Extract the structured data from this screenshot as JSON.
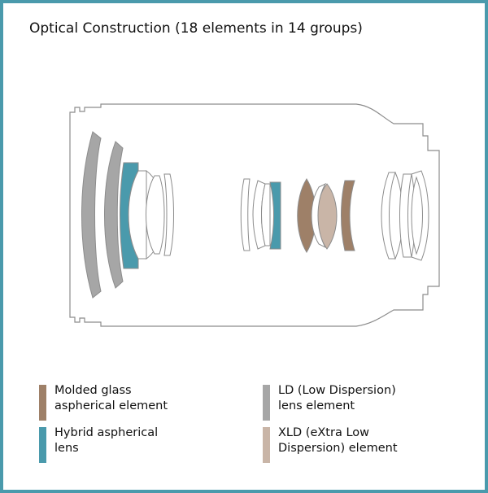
{
  "title": "Optical Construction (18 elements in 14 groups)",
  "colors": {
    "border": "#4a9aac",
    "outline": "#8c8c8c",
    "molded": "#9e8068",
    "hybrid": "#4a9aac",
    "ld": "#a6a6a6",
    "xld": "#c9b5a7"
  },
  "legend": [
    {
      "label": "Molded glass\naspherical element",
      "color": "#9e8068"
    },
    {
      "label": "LD (Low Dispersion)\nlens element",
      "color": "#a6a6a6"
    },
    {
      "label": "Hybrid aspherical\nlens",
      "color": "#4a9aac"
    },
    {
      "label": "XLD (eXtra Low\nDispersion) element",
      "color": "#c9b5a7"
    }
  ]
}
